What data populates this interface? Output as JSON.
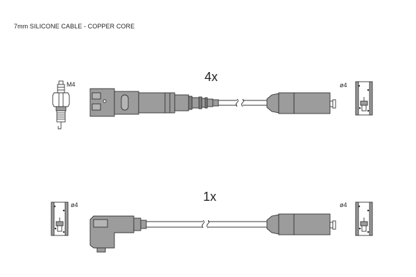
{
  "caption": "7mm SILICONE CABLE - COPPER CORE",
  "top_cable": {
    "quantity": "4x"
  },
  "bottom_cable": {
    "quantity": "1x"
  },
  "labels": {
    "spark_plug_thread": "M4",
    "diameter_top_right": "ø4",
    "diameter_bottom_left": "ø4",
    "diameter_bottom_right": "ø4"
  },
  "colors": {
    "stroke": "#333333",
    "connector_fill": "#9c9c9c",
    "connector_dark": "#7d7d7d",
    "cable_fill": "#ffffff",
    "text": "#222222"
  },
  "icons": {
    "spark_plug": "spark-plug-icon",
    "terminal_end": "terminal-cross-section-icon"
  }
}
